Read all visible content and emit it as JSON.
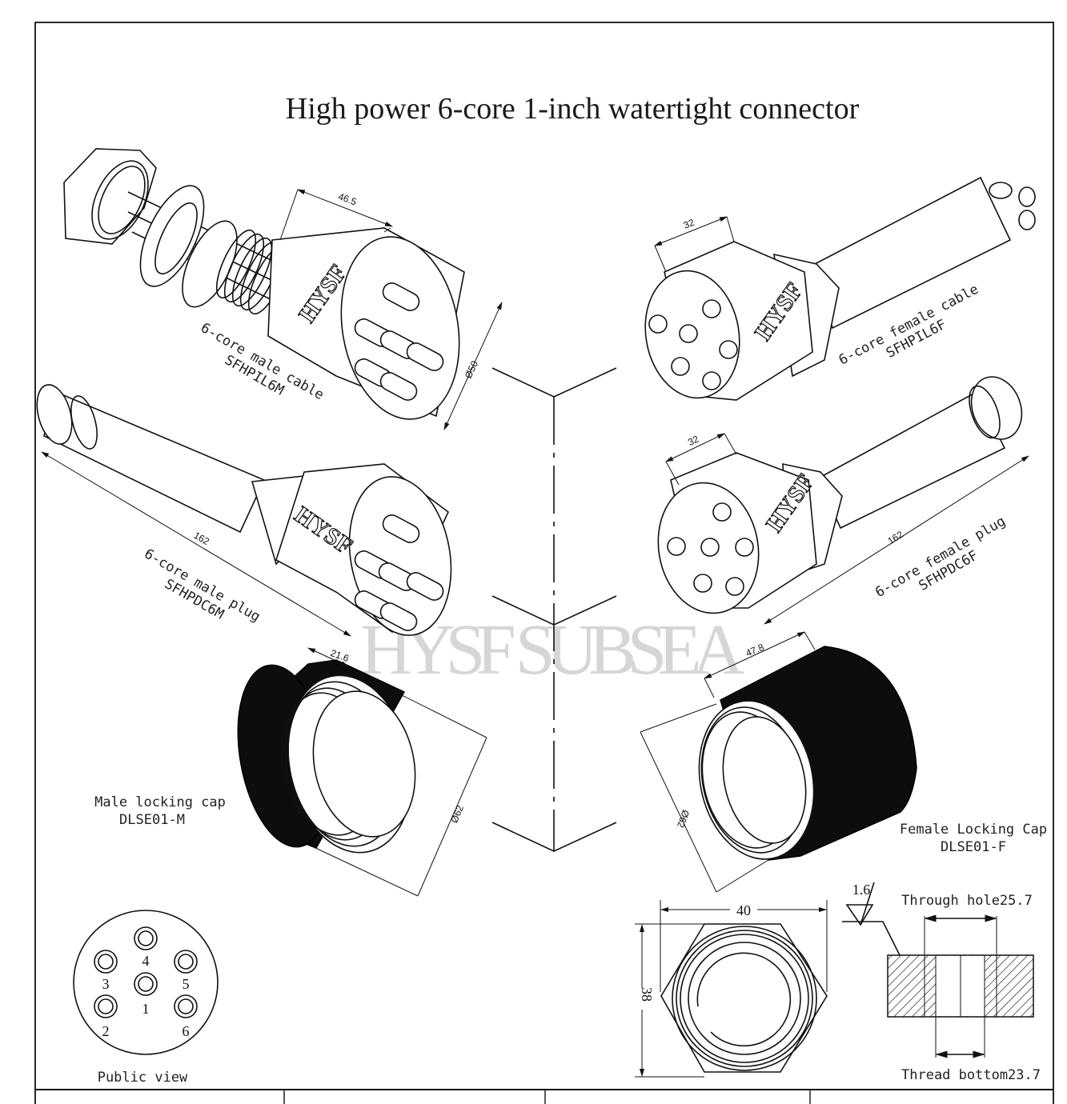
{
  "title": "High power 6-core 1-inch watertight connector",
  "watermark": "HYSF SUBSEA",
  "brand_mark": "HYSF",
  "parts": {
    "male_cable": {
      "name": "6-core male cable",
      "code": "SFHPIL6M",
      "dims": {
        "length": "46.5",
        "diameter": "Ø50"
      }
    },
    "female_cable": {
      "name": "6-core female cable",
      "code": "SFHPIL6F",
      "dims": {
        "length": "32"
      }
    },
    "male_plug": {
      "name": "6-core male plug",
      "code": "SFHPDC6M",
      "dims": {
        "length": "162"
      }
    },
    "female_plug": {
      "name": "6-core female plug",
      "code": "SFHPDC6F",
      "dims": {
        "length": "162",
        "head": "32"
      }
    },
    "male_cap": {
      "name": "Male locking cap",
      "code": "DLSE01-M",
      "dims": {
        "length": "21.6",
        "diameter": "Ø62"
      }
    },
    "female_cap": {
      "name": "Female Locking Cap",
      "code": "DLSE01-F",
      "dims": {
        "length": "47.8",
        "diameter": "Ø62"
      }
    }
  },
  "pinout": {
    "label": "Public view",
    "pins": [
      "1",
      "2",
      "3",
      "4",
      "5",
      "6"
    ]
  },
  "nut": {
    "width": "40",
    "height": "38"
  },
  "section": {
    "roughness": "1.6",
    "through_hole": "Through hole25.7",
    "thread_bottom": "Thread bottom23.7"
  }
}
